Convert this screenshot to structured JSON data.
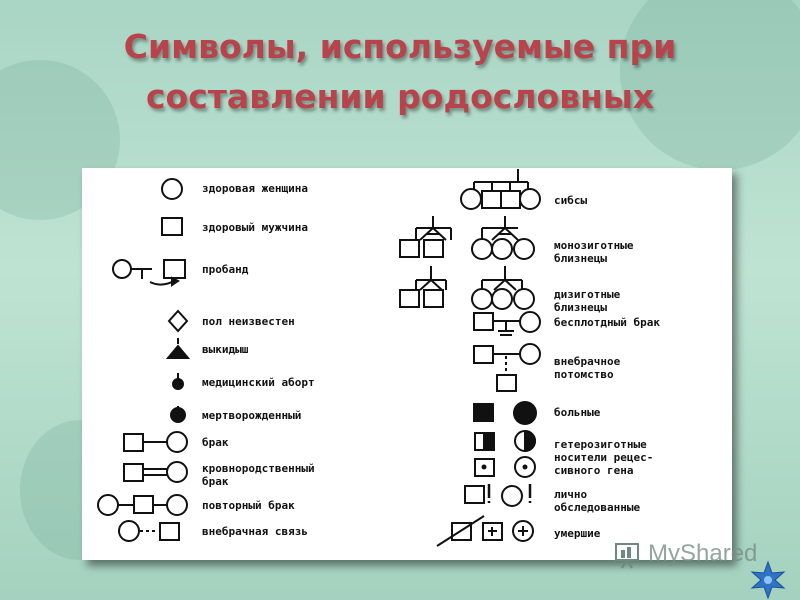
{
  "title": "Символы, используемые  при составлении  родословных",
  "left_items": [
    "здоровая женщина",
    "здоровый мужчина",
    "пробанд",
    "пол неизвестен",
    "выкидыш",
    "медицинский аборт",
    "мертворожденный",
    "брак",
    "кровнородственный\nбрак",
    "повторный брак",
    "внебрачная связь"
  ],
  "right_items": [
    "сибсы",
    "монозиготные\nблизнецы",
    "дизиготные\nблизнецы",
    "бесплотдный брак",
    "внебрачное\nпотомство",
    "больные",
    "гетерозиготные\nносители рецес-\nсивного гена",
    "лично\nобследованные",
    "умершие"
  ],
  "logo": "MyShared",
  "colors": {
    "title": "#b8434b",
    "background": "#b2dccb"
  }
}
